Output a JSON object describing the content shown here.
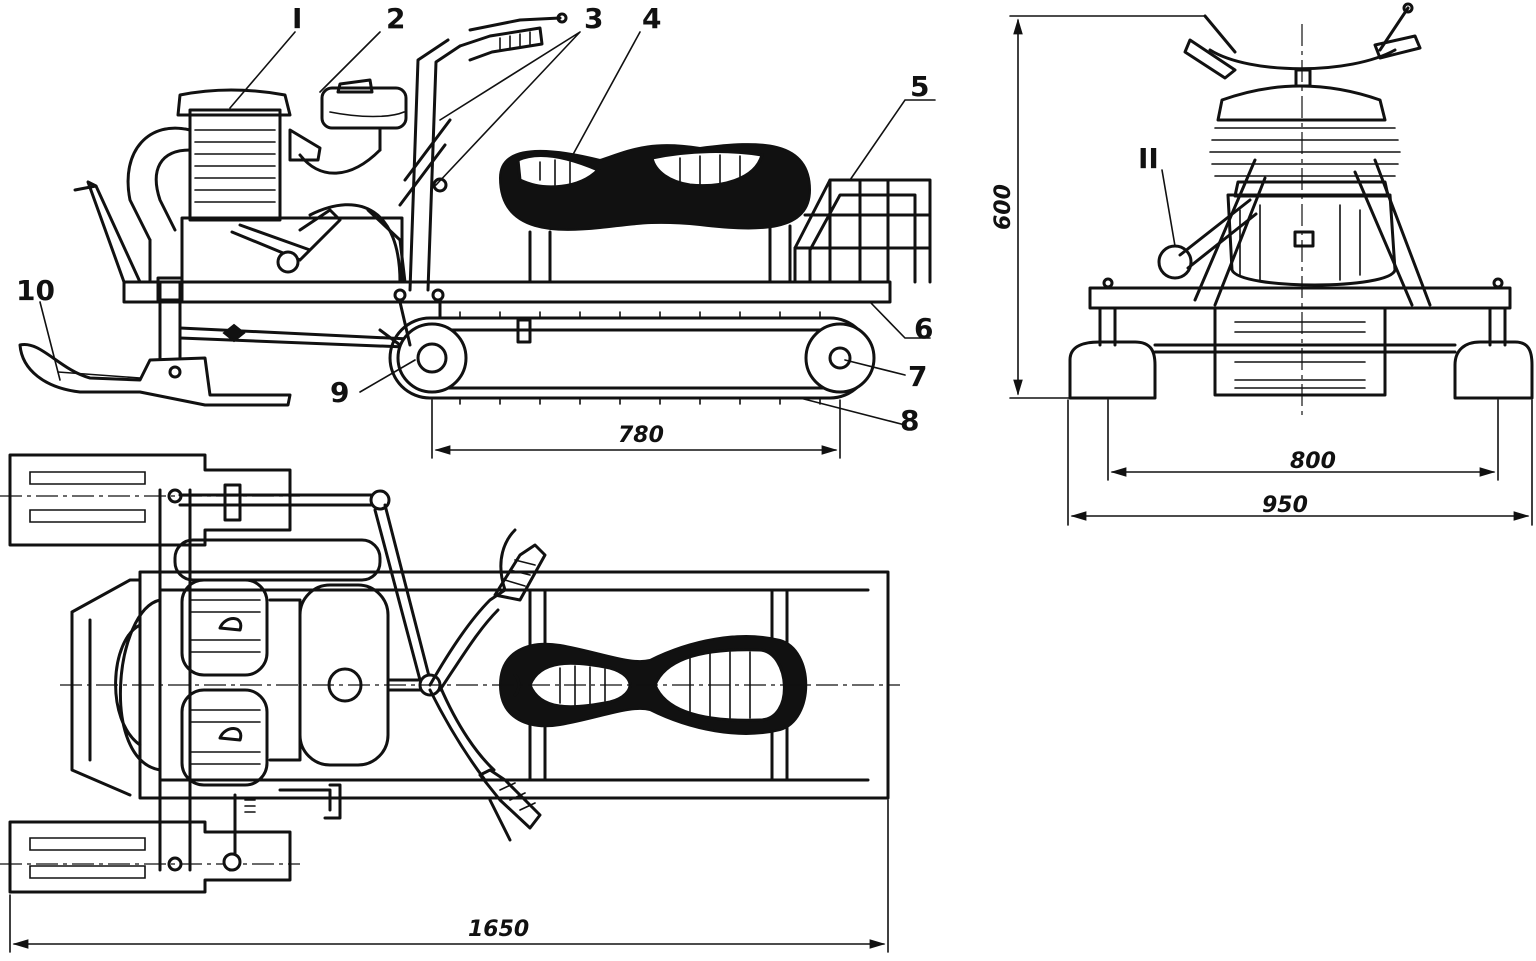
{
  "callouts": {
    "c1": "I",
    "c2": "2",
    "c3": "3",
    "c4": "4",
    "c5": "5",
    "c6": "6",
    "c7": "7",
    "c8": "8",
    "c9": "9",
    "c10": "10",
    "c11": "II"
  },
  "dimensions": {
    "track_length": "780",
    "total_length": "1650",
    "height": "600",
    "ski_track": "800",
    "total_width": "950"
  }
}
